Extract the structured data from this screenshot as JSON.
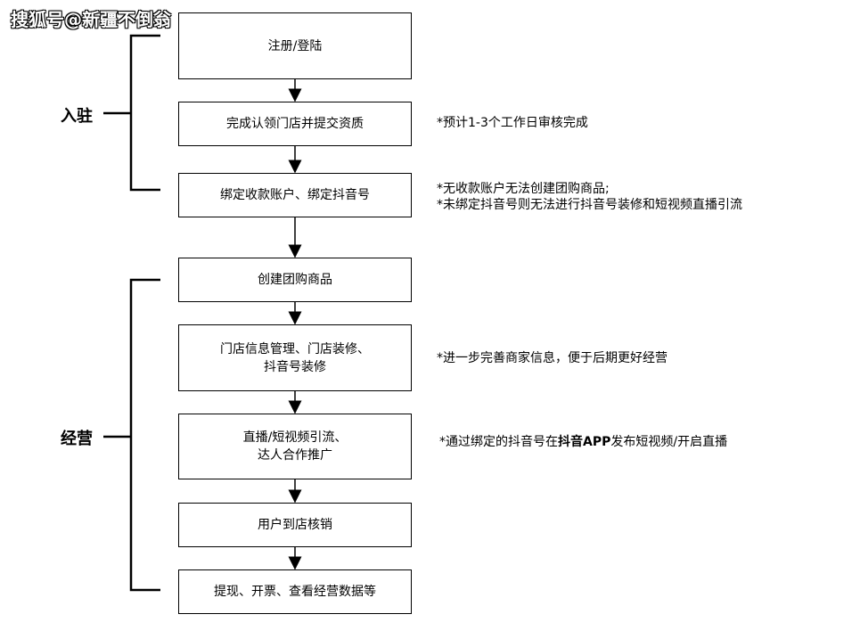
{
  "watermark": "搜狐号@新疆不倒翁",
  "phases": {
    "onboarding": "入驻",
    "operation": "经营"
  },
  "steps": {
    "s1": {
      "line1": "注册/登陆"
    },
    "s2": {
      "line1": "完成认领门店并提交资质"
    },
    "s3": {
      "line1": "绑定收款账户、绑定抖音号"
    },
    "s4": {
      "line1": "创建团购商品"
    },
    "s5": {
      "line1": "门店信息管理、门店装修、",
      "line2": "抖音号装修"
    },
    "s6": {
      "line1": "直播/短视频引流、",
      "line2": "达人合作推广"
    },
    "s7": {
      "line1": "用户到店核销"
    },
    "s8": {
      "line1": "提现、开票、查看经营数据等"
    }
  },
  "notes": {
    "n1": "*预计1-3个工作日审核完成",
    "n2a": "*无收款账户无法创建团购商品;",
    "n2b": "*未绑定抖音号则无法进行抖音号装修和短视频直播引流",
    "n3": "*进一步完善商家信息，便于后期更好经营",
    "n4_pre": "*通过绑定的抖音号在",
    "n4_bold": "抖音APP",
    "n4_post": "发布短视频/开启直播"
  }
}
